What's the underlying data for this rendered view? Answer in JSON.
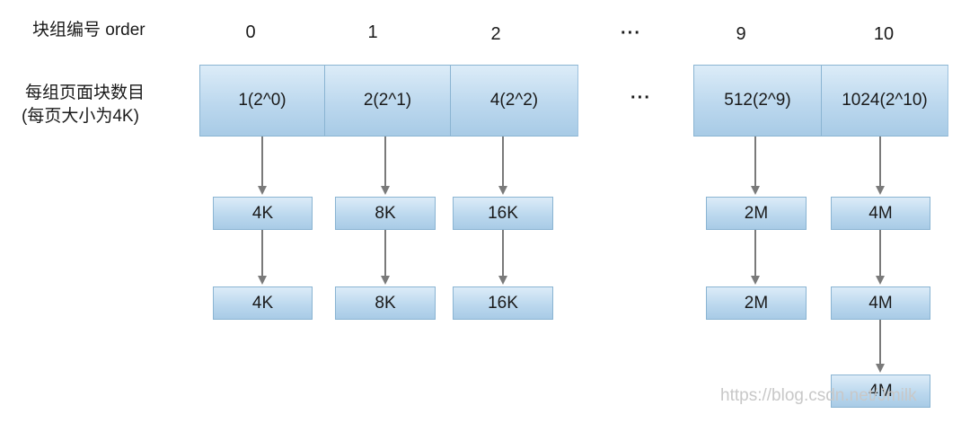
{
  "labels": {
    "order_label": "块组编号 order",
    "pages_label_line1": "每组页面块数目",
    "pages_label_line2": "(每页大小为4K)"
  },
  "orders": [
    "0",
    "1",
    "2",
    "9",
    "10"
  ],
  "ellipsis": "···",
  "group_counts": [
    "1(2^0)",
    "2(2^1)",
    "4(2^2)",
    "512(2^9)",
    "1024(2^10)"
  ],
  "block_sizes": {
    "col0": [
      "4K",
      "4K"
    ],
    "col1": [
      "8K",
      "8K"
    ],
    "col2": [
      "16K",
      "16K"
    ],
    "col9": [
      "2M",
      "2M"
    ],
    "col10": [
      "4M",
      "4M",
      "4M"
    ]
  },
  "watermark": "https://blog.csdn.net/Jmilk",
  "colors": {
    "box_top": "#dcecf8",
    "box_bottom": "#a8cbe6",
    "border": "#8ab4d2",
    "arrow": "#7a7a7a"
  }
}
